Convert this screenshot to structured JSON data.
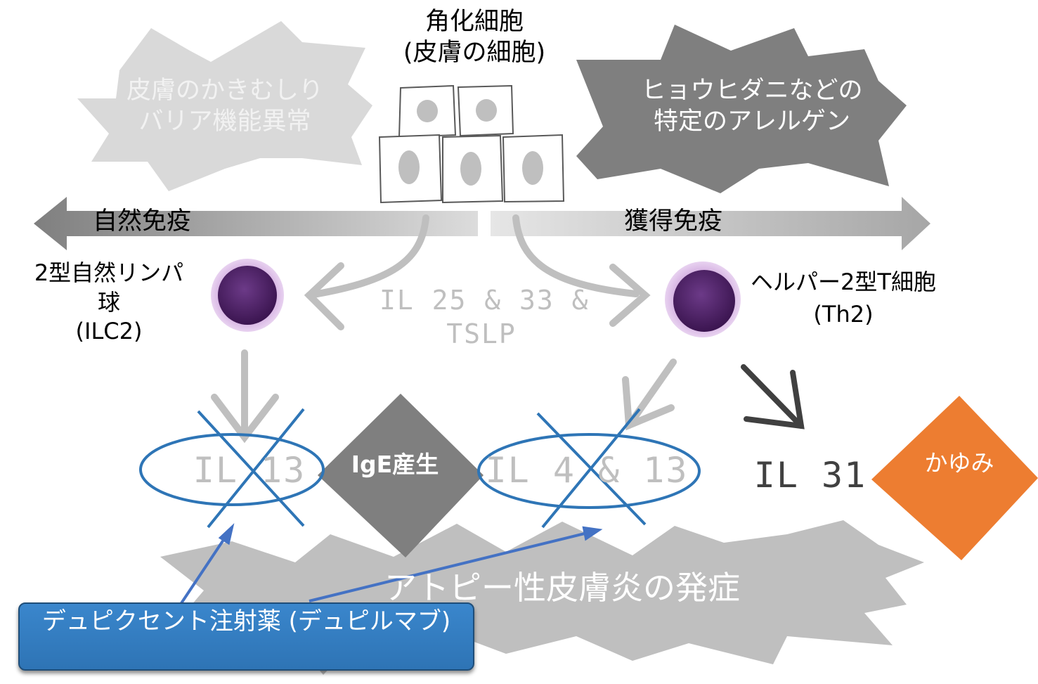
{
  "keratinocyte": {
    "line1": "角化細胞",
    "line2": "(皮膚の細胞)"
  },
  "triggers": {
    "left": {
      "line1": "皮膚のかきむしり",
      "line2": "バリア機能異常"
    },
    "right": {
      "line1": "ヒョウヒダニなどの",
      "line2": "特定のアレルゲン"
    }
  },
  "immunity": {
    "innate": "自然免疫",
    "acquired": "獲得免疫"
  },
  "cells": {
    "ilc2": {
      "line1": "2型自然リンパ",
      "line2": "球",
      "line3": "(ILC2)"
    },
    "th2": {
      "line1": "ヘルパー2型T細胞",
      "line2": "(Th2)"
    }
  },
  "cytokines": {
    "il25": {
      "line1": "IL 25 & 33 &",
      "line2": "TSLP"
    },
    "il13": "IL 13",
    "il4_13": "IL 4 & 13",
    "il31": "IL 31"
  },
  "outcomes": {
    "ige": "IgE産生",
    "itch": "かゆみ",
    "onset": "アトピー性皮膚炎の発症"
  },
  "drug": {
    "label": "デュピクセント注射薬 (デュピルマブ)"
  },
  "colors": {
    "light_gray": "#d9d9d9",
    "mid_gray": "#bfbfbf",
    "dark_gray": "#7f7f7f",
    "orange": "#ed7d31",
    "blue_outline": "#2e75b6",
    "blue_fill": "#2e74b5",
    "purple": "#5b2a6e"
  }
}
